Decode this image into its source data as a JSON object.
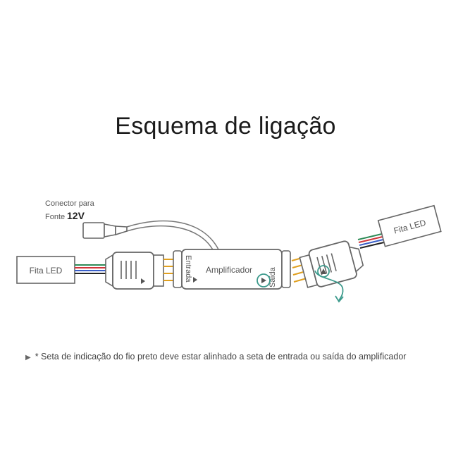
{
  "title": "Esquema de ligação",
  "power_connector": {
    "line1": "Conector para",
    "line2_prefix": "Fonte",
    "voltage": "12V"
  },
  "strip_left": {
    "label": "Fita LED"
  },
  "strip_right": {
    "label": "Fita LED"
  },
  "amplifier": {
    "label": "Amplificador",
    "input_label": "Entrada",
    "output_label": "Saída"
  },
  "footnote": {
    "marker": "▶",
    "text": "* Seta de indicação do fio preto deve estar alinhado a seta de entrada ou saída do amplificador"
  },
  "colors": {
    "outline": "#666666",
    "green_wire": "#2e8b57",
    "red_wire": "#d0343a",
    "blue_wire": "#3a5fc8",
    "black_wire": "#222222",
    "pins": "#e0a020",
    "accent": "#3c9a8c"
  }
}
